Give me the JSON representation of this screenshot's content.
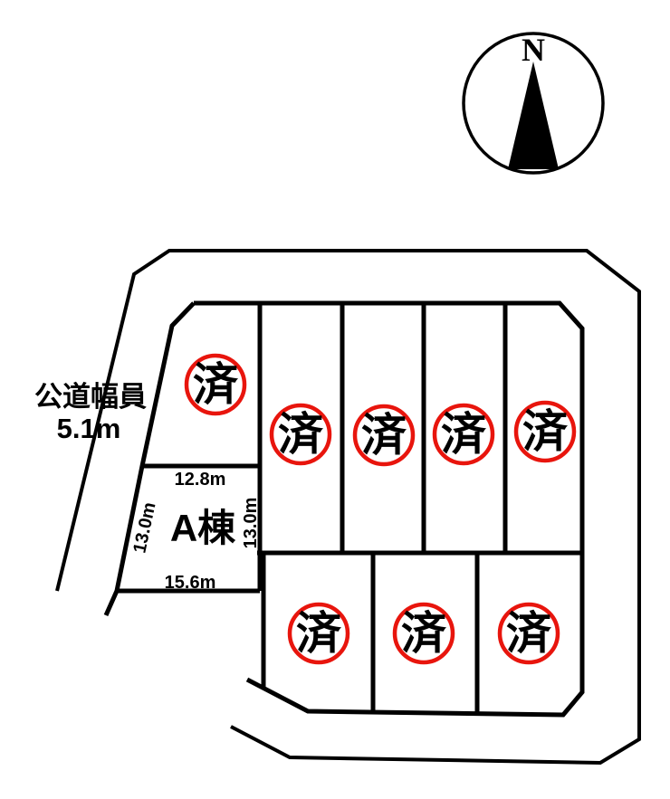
{
  "compass": {
    "north_label": "N"
  },
  "road": {
    "name_label": "公道幅員",
    "width_label": "5.1m"
  },
  "plot_a": {
    "name_label": "A棟",
    "top_dim": "12.8m",
    "left_dim": "13.0m",
    "right_dim": "13.0m",
    "bottom_dim": "15.6m"
  },
  "stamps": {
    "sold_label": "済",
    "sold_count": 8
  },
  "colors": {
    "stamp_red": "#e8150d",
    "line_black": "#000000",
    "background": "#ffffff"
  }
}
